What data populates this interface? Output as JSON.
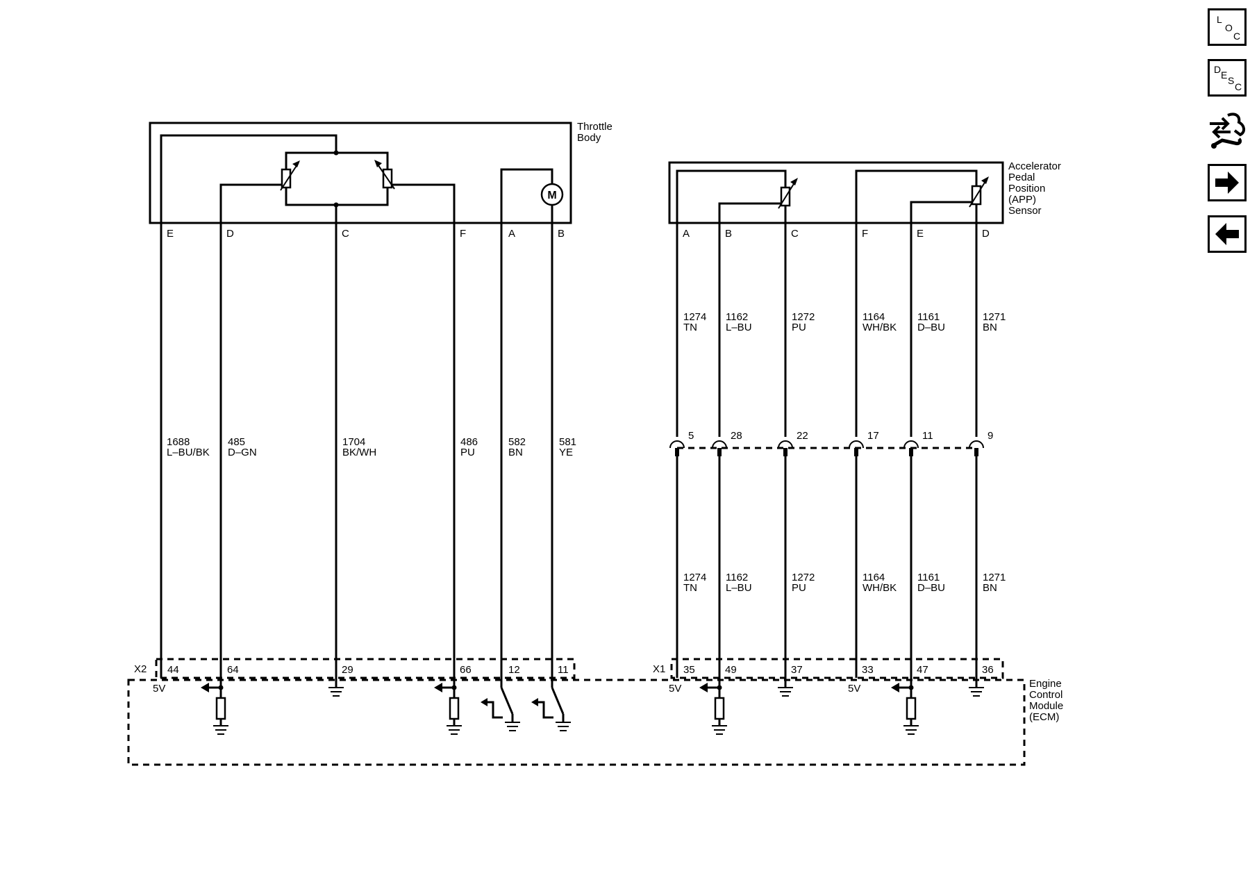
{
  "components": {
    "throttle_body": [
      "Throttle",
      "Body"
    ],
    "app_sensor": [
      "Accelerator",
      "Pedal",
      "Position",
      "(APP)",
      "Sensor"
    ],
    "ecm": [
      "Engine",
      "Control",
      "Module",
      "(ECM)"
    ]
  },
  "connectors": {
    "x2": "X2",
    "x1": "X1"
  },
  "motor_label": "M",
  "five_volt": "5V",
  "throttle_body_pins": [
    "E",
    "D",
    "C",
    "F",
    "A",
    "B"
  ],
  "throttle_wires": [
    {
      "circuit": "1688",
      "color": "L–BU/BK",
      "ecm_pin": "44"
    },
    {
      "circuit": "485",
      "color": "D–GN",
      "ecm_pin": "64"
    },
    {
      "circuit": "1704",
      "color": "BK/WH",
      "ecm_pin": "29"
    },
    {
      "circuit": "486",
      "color": "PU",
      "ecm_pin": "66"
    },
    {
      "circuit": "582",
      "color": "BN",
      "ecm_pin": "12"
    },
    {
      "circuit": "581",
      "color": "YE",
      "ecm_pin": "11"
    }
  ],
  "app_pins": [
    "A",
    "B",
    "C",
    "F",
    "E",
    "D"
  ],
  "app_wires": [
    {
      "circuit": "1274",
      "color": "TN",
      "inline_pin": "5",
      "ecm_pin": "35"
    },
    {
      "circuit": "1162",
      "color": "L–BU",
      "inline_pin": "28",
      "ecm_pin": "49"
    },
    {
      "circuit": "1272",
      "color": "PU",
      "inline_pin": "22",
      "ecm_pin": "37"
    },
    {
      "circuit": "1164",
      "color": "WH/BK",
      "inline_pin": "17",
      "ecm_pin": "33"
    },
    {
      "circuit": "1161",
      "color": "D–BU",
      "inline_pin": "11",
      "ecm_pin": "47"
    },
    {
      "circuit": "1271",
      "color": "BN",
      "inline_pin": "9",
      "ecm_pin": "36"
    }
  ],
  "nav": {
    "loc": [
      "L",
      "O",
      "C"
    ],
    "desc": [
      "D",
      "E",
      "S",
      "C"
    ],
    "next_icon": "right-arrow-icon",
    "prev_icon": "left-arrow-icon",
    "connector_icon": "connector-tool-icon"
  }
}
